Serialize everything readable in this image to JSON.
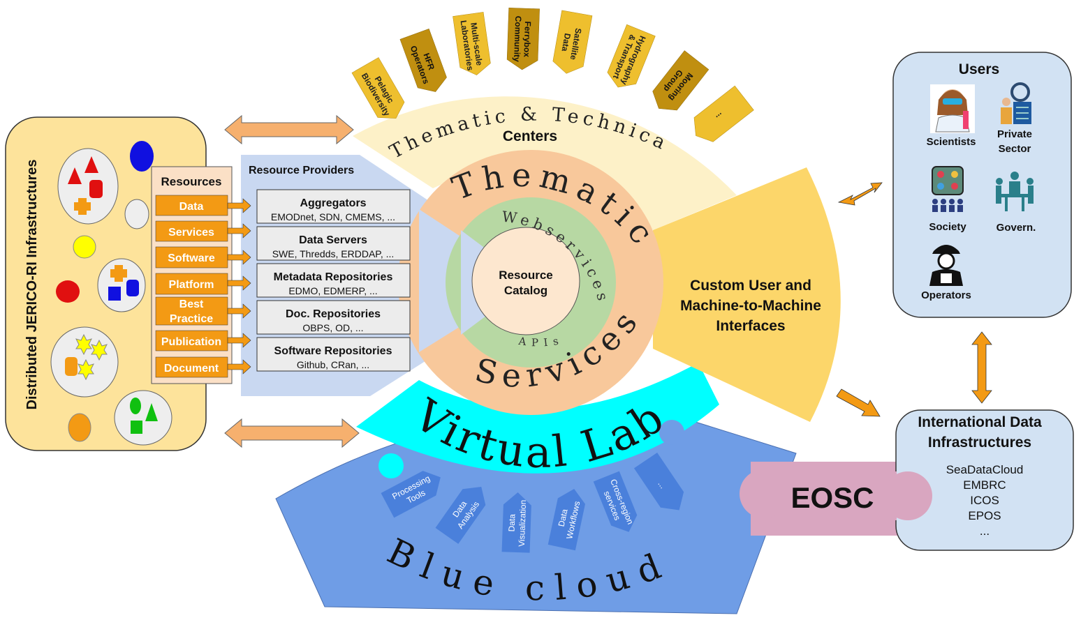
{
  "jerico": {
    "title": "Distributed JERICO-RI Infrastructures",
    "resources_title": "Resources",
    "resources": [
      "Data",
      "Services",
      "Software",
      "Platform",
      "Best",
      "Practice",
      "Publication",
      "Document"
    ],
    "colors": {
      "panel": "#fde39b",
      "resource_button": "#f39a14",
      "resources_panel": "#fbe0c6"
    }
  },
  "providers": {
    "title": "Resource Providers",
    "items": [
      {
        "name": "Aggregators",
        "examples": "EMODnet, SDN, CMEMS, ..."
      },
      {
        "name": "Data Servers",
        "examples": "SWE, Thredds, ERDDAP, ..."
      },
      {
        "name": "Metadata Repositories",
        "examples": "EDMO, EDMERP, ..."
      },
      {
        "name": "Doc. Repositories",
        "examples": "OBPS, OD, ..."
      },
      {
        "name": "Software Repositories",
        "examples": "Github, CRan, ..."
      }
    ],
    "color": "#c9d8f1"
  },
  "core": {
    "catalog_line1": "Resource",
    "catalog_line2": "Catalog",
    "webservices": "Webservices",
    "apis": "APIs",
    "thematic": "Thematic",
    "services": "Services",
    "colors": {
      "catalog": "#fde7cf",
      "webservices": "#b7d8a3",
      "thematic": "#f8c89b"
    }
  },
  "centers": {
    "arc_title": "Thematic & Technical",
    "subtitle": "Centers",
    "tabs": [
      [
        "Pelagic",
        "Biodiversity"
      ],
      [
        "HFR",
        "Operators"
      ],
      [
        "Multi-scale",
        "Laboratories"
      ],
      [
        "Ferrybox",
        "Community"
      ],
      [
        "Satellite",
        "Data"
      ],
      [
        "Hydrography",
        "& Transport"
      ],
      [
        "Mooring",
        "Group"
      ],
      [
        "..."
      ]
    ],
    "colors": {
      "arc": "#fdf1c8",
      "tab_dark": "#c08f10",
      "tab_light": "#eebf2e"
    }
  },
  "interfaces": {
    "lines": [
      "Custom User and",
      "Machine-to-Machine",
      "Interfaces"
    ],
    "color": "#fcd66a"
  },
  "virtual_lab": {
    "label": "Virtual Lab",
    "color": "#00ffff"
  },
  "blue_cloud": {
    "label": "Blue cloud",
    "tools": [
      [
        "Processing",
        "Tools"
      ],
      [
        "Data",
        "Analysis"
      ],
      [
        "Data",
        "Visualization"
      ],
      [
        "Data",
        "Workflows"
      ],
      [
        "Cross-region",
        "services"
      ],
      [
        "..."
      ]
    ],
    "colors": {
      "band": "#6f9de6",
      "tab": "#4a80db"
    }
  },
  "users": {
    "title": "Users",
    "items": [
      "Scientists",
      "Private",
      "Sector",
      "Society",
      "Govern.",
      "Operators"
    ],
    "color": "#d2e2f3"
  },
  "idi": {
    "title_line1": "International Data",
    "title_line2": "Infrastructures",
    "items": [
      "SeaDataCloud",
      "EMBRC",
      "ICOS",
      "EPOS",
      "..."
    ],
    "color": "#d2e2f3"
  },
  "eosc": {
    "label": "EOSC",
    "color": "#d9a6c0"
  },
  "arrow_color": "#f6b06e"
}
